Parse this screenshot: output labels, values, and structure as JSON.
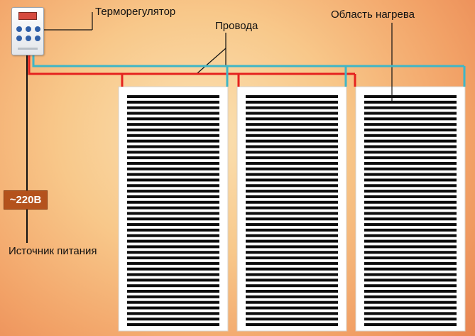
{
  "labels": {
    "thermostat": "Терморегулятор",
    "wires": "Провода",
    "heating_area": "Область нагрева",
    "power_source": "Источник питания",
    "voltage": "~220В"
  },
  "colors": {
    "wire_red": "#e5221e",
    "wire_cyan": "#3fb6c6",
    "wire_black": "#111111",
    "voltage_badge": "#b4521c",
    "heating_strip": "#0c0c0c",
    "panel": "#ffffff"
  },
  "diagram": {
    "panel_count": 3,
    "strips_per_panel": 42
  }
}
